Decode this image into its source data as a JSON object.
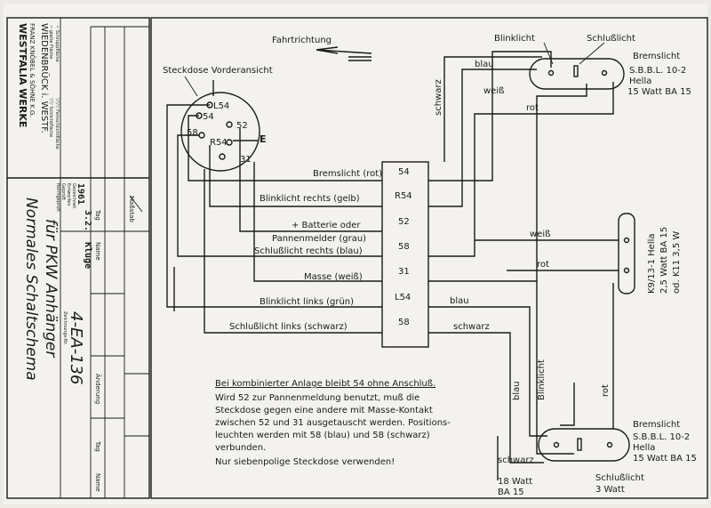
{
  "title_block": {
    "company_lines": [
      "WESTFALIA WERKE",
      "FRANZ KNÖBEL & SÖHNE K.G.",
      "WIEDENBRÜCK i. WESTF."
    ],
    "surface_legend": [
      "~ glatte Fläche",
      "~ Schruppfläche",
      "▽▽ Schlichtfläche",
      "▽▽▽ Feinschlichtfläche"
    ],
    "drawing_title_lines": [
      "Normales Schaltschema",
      "für PKW Anhänger"
    ],
    "drawing_number": "4-EA-136",
    "year": "1961",
    "date": "3.2.",
    "signature": "Kluge",
    "field_labels": {
      "massstab": "Maßstab",
      "tag": "Tag",
      "name": "Name",
      "entworfen": "Entworfen",
      "gezeichnet": "Gezeichnet",
      "geprueft": "Geprüft",
      "normgeprueft": "Normgeprüft",
      "zeichnungs_nr": "Zeichnungs-Nr.",
      "aenderung": "Änderung"
    }
  },
  "diagram": {
    "direction_label": "Fahrtrichtung",
    "socket_label": "Steckdose   Vorderansicht",
    "socket_pins": [
      "L54",
      "54",
      "52",
      "58",
      "R54",
      "31"
    ],
    "ground_symbol": "E",
    "terminals": [
      {
        "pin": "54",
        "label": "Bremslicht (rot)"
      },
      {
        "pin": "R54",
        "label": "Blinklicht rechts (gelb)"
      },
      {
        "pin": "52",
        "label": "+ Batterie oder"
      },
      {
        "pin": "",
        "label": "Pannenmelder (grau)"
      },
      {
        "pin": "58",
        "label": "Schlußlicht rechts (blau)"
      },
      {
        "pin": "31",
        "label": "Masse (weiß)"
      },
      {
        "pin": "L54",
        "label": "Blinklicht links (grün)"
      },
      {
        "pin": "58",
        "label": "Schlußlicht links (schwarz)"
      }
    ],
    "lamp_top": {
      "blinklicht": "Blinklicht",
      "schlusslicht": "Schlußlicht",
      "spec_lines": [
        "Bremslicht",
        "S.B.B.L. 10-2",
        "Hella",
        "15 Watt BA 15"
      ]
    },
    "lamp_bottom": {
      "blinklicht": "Blinklicht",
      "schlusslicht": "Schlußlicht",
      "schlusslicht_watt": "3 Watt",
      "left_watt": [
        "18 Watt",
        "BA 15"
      ],
      "spec_lines": [
        "Bremslicht",
        "S.B.B.L. 10-2",
        "Hella",
        "15 Watt BA 15"
      ]
    },
    "plate_lamp": [
      "K9/13-1 Hella",
      "2,5 Watt BA 15",
      "od. K11 3,5 W"
    ],
    "wire_labels": {
      "blau_top": "blau",
      "schwarz_top": "schwarz",
      "weiss_top": "weiß",
      "rot_top": "rot",
      "weiss_mid": "weiß",
      "rot_mid": "rot",
      "blau_mid": "blau",
      "schwarz_mid": "schwarz",
      "blau_bottom": "blau",
      "rot_bottom": "rot",
      "schwarz_bottom": "schwarz"
    },
    "note": {
      "heading": "Bei kombinierter Anlage bleibt 54 ohne Anschluß.",
      "lines": [
        "Wird 52 zur Pannenmeldung benutzt, muß die",
        "Steckdose gegen eine andere mit Masse-Kontakt",
        "zwischen 52 und 31 ausgetauscht werden. Positions-",
        "leuchten werden mit 58 (blau) und 58 (schwarz)",
        "verbunden.",
        "Nur siebenpolige Steckdose verwenden!"
      ]
    }
  }
}
